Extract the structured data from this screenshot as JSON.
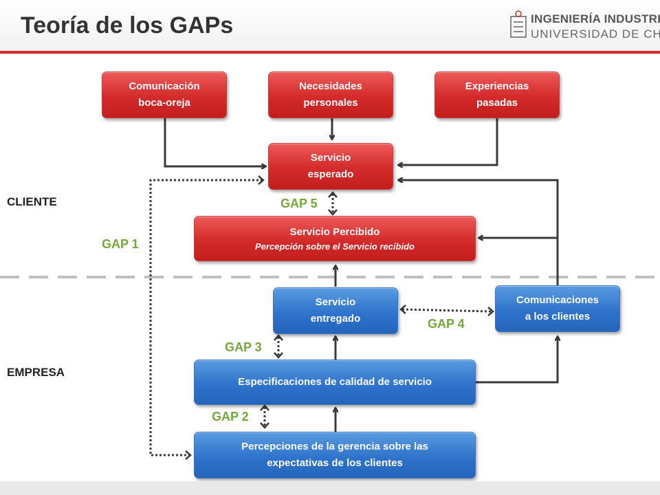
{
  "header": {
    "title": "Teoría de los GAPs",
    "logo_line1": "INGENIERÍA INDUSTRIAL",
    "logo_line2": "UNIVERSIDAD DE CHILE"
  },
  "zones": {
    "client": "CLIENTE",
    "company": "EMPRESA"
  },
  "boxes": {
    "comunicacion": {
      "line1": "Comunicación",
      "line2": "boca-oreja"
    },
    "necesidades": {
      "line1": "Necesidades",
      "line2": "personales"
    },
    "experiencias": {
      "line1": "Experiencias",
      "line2": "pasadas"
    },
    "esperado": {
      "line1": "Servicio",
      "line2": "esperado"
    },
    "percibido": {
      "line1": "Servicio Percibido",
      "line2": "Percepción sobre el Servicio recibido"
    },
    "entregado": {
      "line1": "Servicio",
      "line2": "entregado"
    },
    "comunicaciones": {
      "line1": "Comunicaciones",
      "line2": "a los clientes"
    },
    "especificaciones": {
      "line1": "Especificaciones de calidad de servicio"
    },
    "percepciones": {
      "line1": "Percepciones de la gerencia sobre las",
      "line2": "expectativas de los clientes"
    }
  },
  "gaps": {
    "gap1": "GAP 1",
    "gap2": "GAP 2",
    "gap3": "GAP 3",
    "gap4": "GAP 4",
    "gap5": "GAP 5"
  },
  "colors": {
    "red_box": "#d32a2a",
    "blue_box": "#2f73cc",
    "gap_label": "#72a83a",
    "accent_line": "#d62a2a",
    "arrow": "#3a3a3a"
  }
}
